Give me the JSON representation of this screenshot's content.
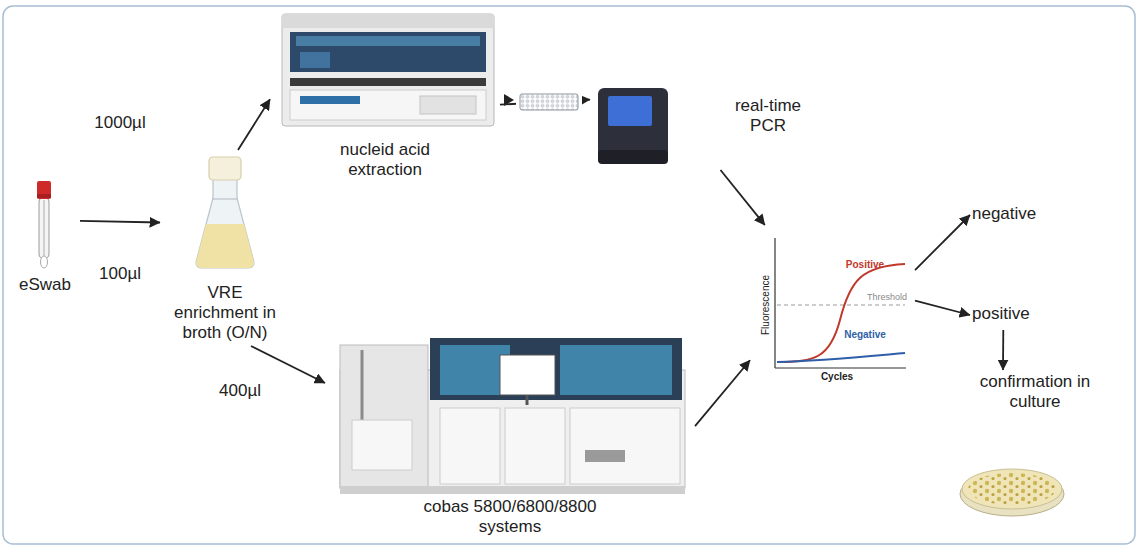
{
  "diagram": {
    "nodes": [
      {
        "text": [
          "eSwab"
        ]
      },
      {
        "text": [
          "VRE enrichment in broth (O/N)"
        ]
      },
      {
        "text": [
          "nucleid acid extraction"
        ]
      },
      {
        "text": [
          "real-time PCR"
        ]
      },
      {
        "text": [
          "cobas 5800/6800/8800 systems"
        ]
      },
      {
        "text": [
          "Positive",
          "Threshold",
          "Negative",
          "Fluorescence",
          "Cycles"
        ]
      },
      {
        "text": [
          "negative"
        ]
      },
      {
        "text": [
          "positive"
        ]
      },
      {
        "text": [
          "confirmation in culture"
        ]
      }
    ],
    "edges": [
      {
        "from": 0,
        "to": 1,
        "arrow": "to",
        "label": "100µl"
      },
      {
        "from": 1,
        "to": 2,
        "arrow": "to",
        "label": "1000µl"
      },
      {
        "from": 1,
        "to": 4,
        "arrow": "to",
        "label": "400µl"
      },
      {
        "from": 2,
        "to": 3,
        "arrow": "to"
      },
      {
        "from": 3,
        "to": 5,
        "arrow": "to"
      },
      {
        "from": 4,
        "to": 5,
        "arrow": "to"
      },
      {
        "from": 5,
        "to": 6,
        "arrow": "to"
      },
      {
        "from": 5,
        "to": 7,
        "arrow": "to"
      },
      {
        "from": 7,
        "to": 8,
        "arrow": "to"
      }
    ]
  }
}
